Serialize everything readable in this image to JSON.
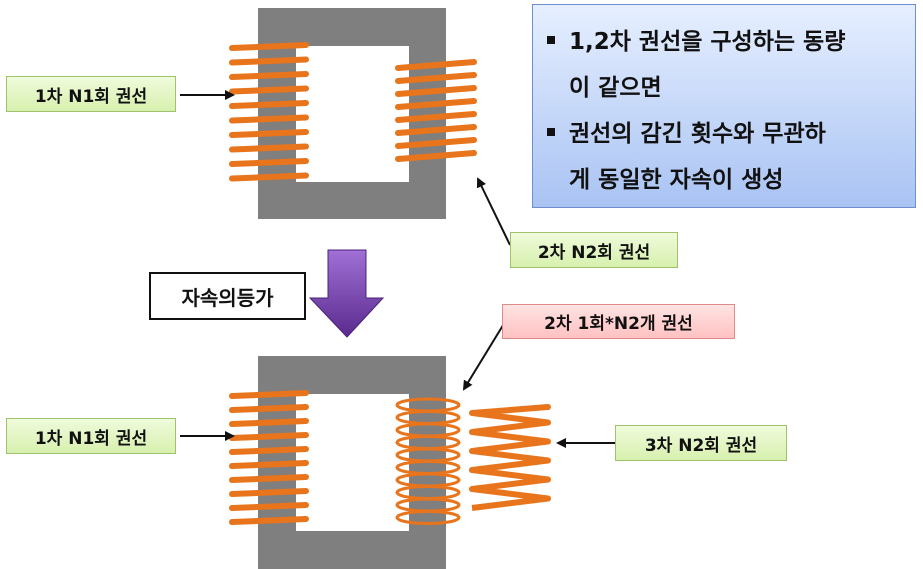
{
  "info_box": {
    "bullets": [
      {
        "line1": "1,2차 권선을 구성하는 동량",
        "line2": "이 같으면"
      },
      {
        "line1": "권선의 감긴 횟수와 무관하",
        "line2": "게 동일한 자속이 생성"
      }
    ]
  },
  "labels": {
    "top_primary": "1차 N1회 권선",
    "top_secondary": "2차 N2회 권선",
    "equivalence": "자속의등가",
    "bottom_secondary": "2차 1회*N2개 권선",
    "bottom_primary": "1차 N1회 권선",
    "bottom_tertiary": "3차 N2회 권선"
  },
  "colors": {
    "core": "#7f7f7f",
    "coil": "#e8741c",
    "arrow_down": "#7a3fb0"
  }
}
